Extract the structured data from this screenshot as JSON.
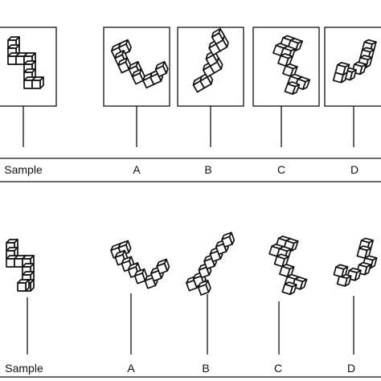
{
  "rows": [
    {
      "labels": [
        "Sample",
        "A",
        "B",
        "C",
        "D"
      ]
    },
    {
      "labels": [
        "Sample",
        "A",
        "B",
        "C",
        "D"
      ]
    }
  ]
}
